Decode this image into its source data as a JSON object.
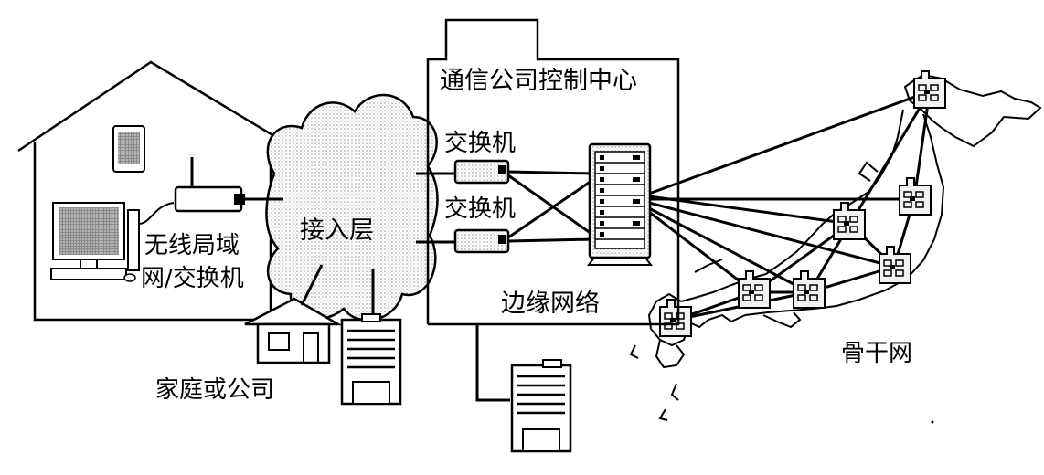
{
  "labels": {
    "control_center": "通信公司控制中心",
    "switch_upper": "交换机",
    "switch_lower": "交换机",
    "wlan_switch_line1": "无线局域",
    "wlan_switch_line2": "网/交换机",
    "access_layer": "接入层",
    "edge_network": "边缘网络",
    "home_or_company": "家庭或公司",
    "backbone": "骨干网"
  }
}
